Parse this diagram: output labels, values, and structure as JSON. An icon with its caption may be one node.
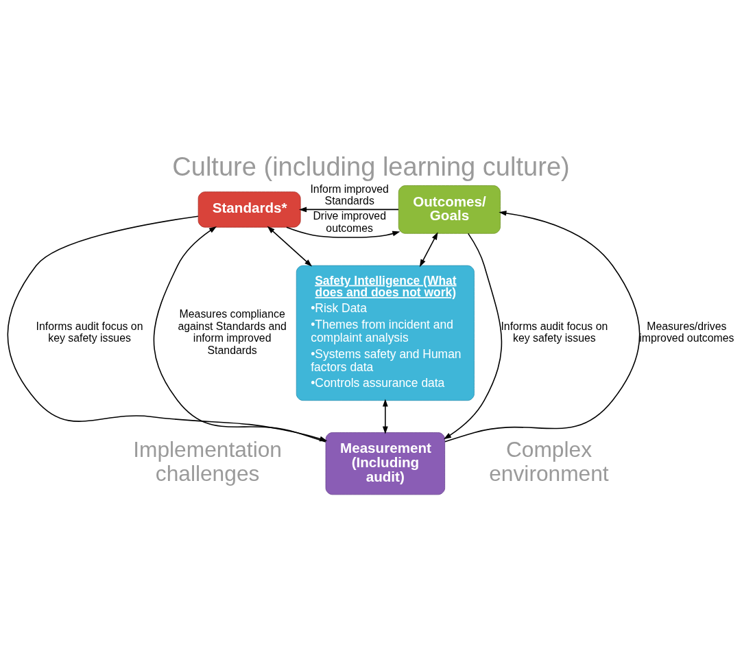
{
  "diagram": {
    "title": "Culture (including learning culture)",
    "nodes": [
      {
        "text": [
          "Standards*"
        ]
      },
      {
        "text": [
          "Outcomes/ Goals"
        ]
      },
      {
        "text": [
          "Safety Intelligence (What does and does not work)",
          "•Risk Data",
          "•Themes from incident and complaint analysis",
          "•Systems safety and Human factors data",
          "•Controls assurance data"
        ]
      },
      {
        "text": [
          "Measurement (Including audit)"
        ]
      }
    ],
    "edges": [
      {
        "from": 0,
        "to": 1,
        "arrow": "to",
        "label": "Drive improved outcomes"
      },
      {
        "from": 1,
        "to": 0,
        "arrow": "to",
        "label": "Inform improved Standards"
      },
      {
        "from": 0,
        "to": 2,
        "arrow": "both"
      },
      {
        "from": 1,
        "to": 2,
        "arrow": "both"
      },
      {
        "from": 2,
        "to": 3,
        "arrow": "both"
      },
      {
        "from": 0,
        "to": 3,
        "arrow": "to",
        "label": "Informs audit focus on key safety issues"
      },
      {
        "from": 3,
        "to": 0,
        "arrow": "to",
        "label": "Measures compliance against Standards and inform improved Standards"
      },
      {
        "from": 1,
        "to": 3,
        "arrow": "to",
        "label": "Informs audit focus on key safety issues"
      },
      {
        "from": 3,
        "to": 1,
        "arrow": "to",
        "label": "Measures/drives improved outcomes"
      }
    ],
    "labels": [
      "Implementation challenges",
      "Complex environment"
    ]
  }
}
